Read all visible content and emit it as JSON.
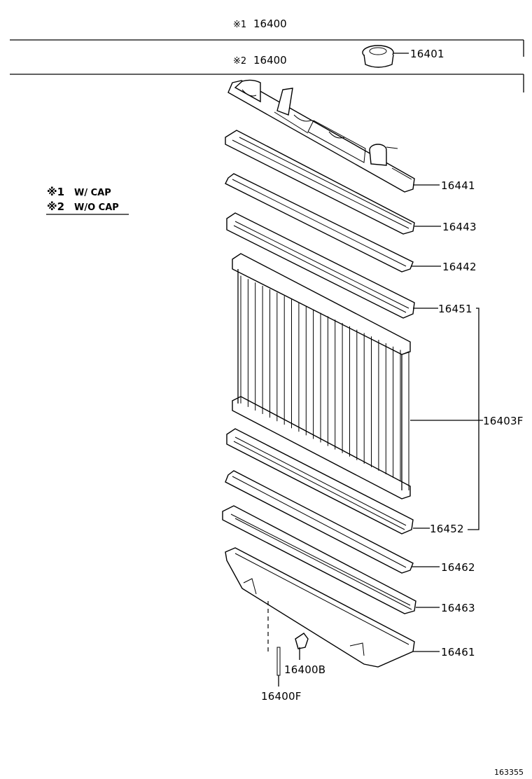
{
  "header": {
    "row1": {
      "symbol": "※1",
      "part": "16400"
    },
    "row2": {
      "symbol": "※2",
      "part": "16400"
    }
  },
  "legend": [
    {
      "symbol": "※1",
      "text": "W/ CAP"
    },
    {
      "symbol": "※2",
      "text": "W/O CAP"
    }
  ],
  "parts": {
    "cap": "16401",
    "upper_tank": "16441",
    "upper_gasket": "16443",
    "upper_seal": "16442",
    "upper_core_plate": "16451",
    "core": "16403F",
    "lower_core_plate": "16452",
    "lower_seal": "16462",
    "lower_gasket": "16463",
    "lower_tank": "16461",
    "drain_cock": "16400B",
    "drain_plug": "16400F"
  },
  "figure_ref": "163355"
}
